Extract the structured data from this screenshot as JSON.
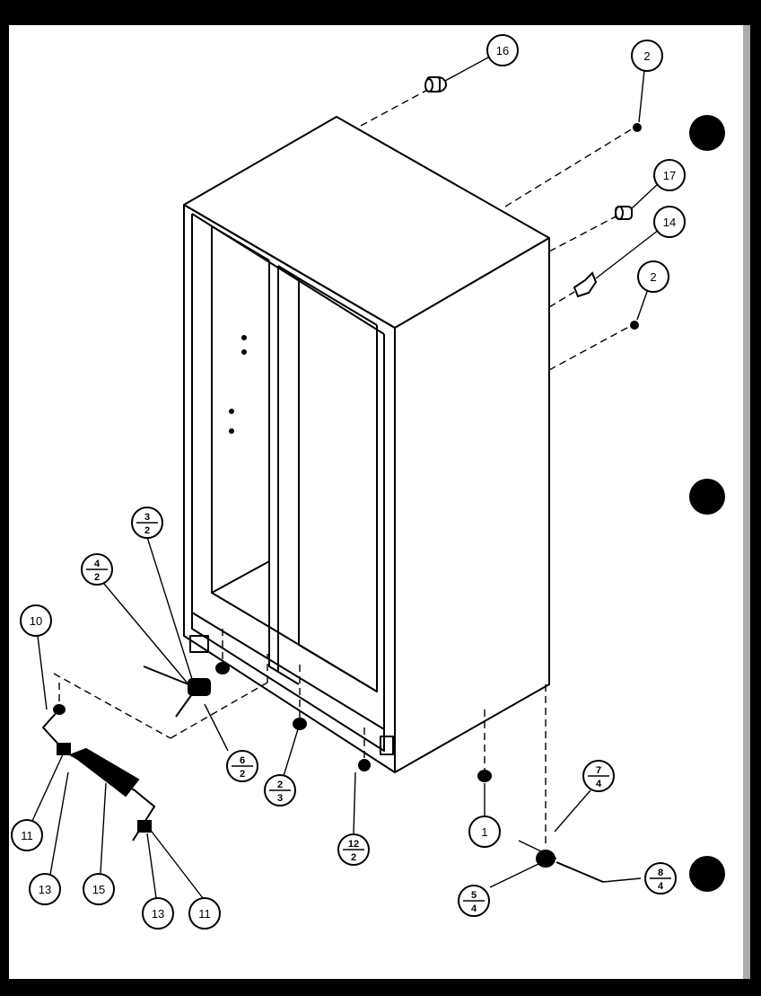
{
  "callouts": {
    "c16": "16",
    "c2a": "2",
    "c17": "17",
    "c14": "14",
    "c2b": "2",
    "c10": "10",
    "c11a": "11",
    "c13a": "13",
    "c15": "15",
    "c13b": "13",
    "c11b": "11",
    "c1": "1"
  },
  "fractions": {
    "f3_2": {
      "num": "3",
      "den": "2"
    },
    "f4_2": {
      "num": "4",
      "den": "2"
    },
    "f6_2": {
      "num": "6",
      "den": "2"
    },
    "f2_3": {
      "num": "2",
      "den": "3"
    },
    "f12_2": {
      "num": "12",
      "den": "2"
    },
    "f7_4": {
      "num": "7",
      "den": "4"
    },
    "f5_4": {
      "num": "5",
      "den": "4"
    },
    "f8_4": {
      "num": "8",
      "den": "4"
    }
  },
  "colors": {
    "ink": "#000000",
    "paper": "#ffffff"
  }
}
